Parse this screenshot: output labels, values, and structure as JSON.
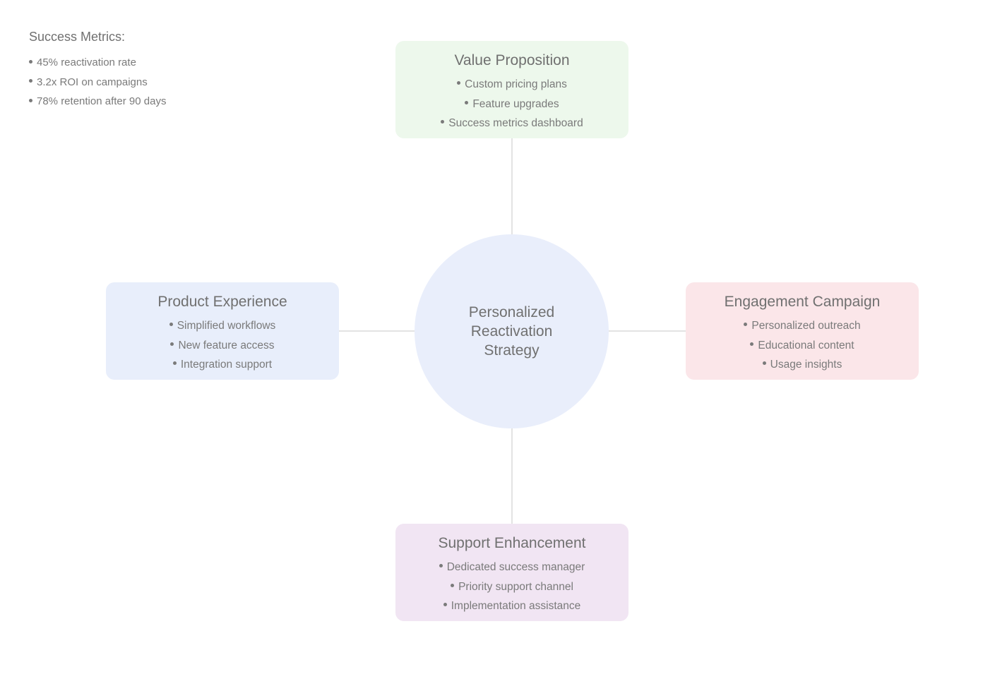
{
  "metrics": {
    "title": "Success Metrics:",
    "items": [
      "45% reactivation rate",
      "3.2x ROI on campaigns",
      "78% retention after 90 days"
    ]
  },
  "center": {
    "label": "Personalized Reactivation Strategy",
    "color": "#e9eefb"
  },
  "nodes": {
    "value_proposition": {
      "title": "Value Proposition",
      "color": "#edf8ec",
      "items": [
        "Custom pricing plans",
        "Feature upgrades",
        "Success metrics dashboard"
      ]
    },
    "product_experience": {
      "title": "Product Experience",
      "color": "#e8eefb",
      "items": [
        "Simplified workflows",
        "New feature access",
        "Integration support"
      ]
    },
    "engagement_campaign": {
      "title": "Engagement Campaign",
      "color": "#fbe6e9",
      "items": [
        "Personalized outreach",
        "Educational content",
        "Usage insights"
      ]
    },
    "support_enhancement": {
      "title": "Support Enhancement",
      "color": "#f1e5f3",
      "items": [
        "Dedicated success manager",
        "Priority support channel",
        "Implementation assistance"
      ]
    }
  },
  "connector_color": "#dadada"
}
